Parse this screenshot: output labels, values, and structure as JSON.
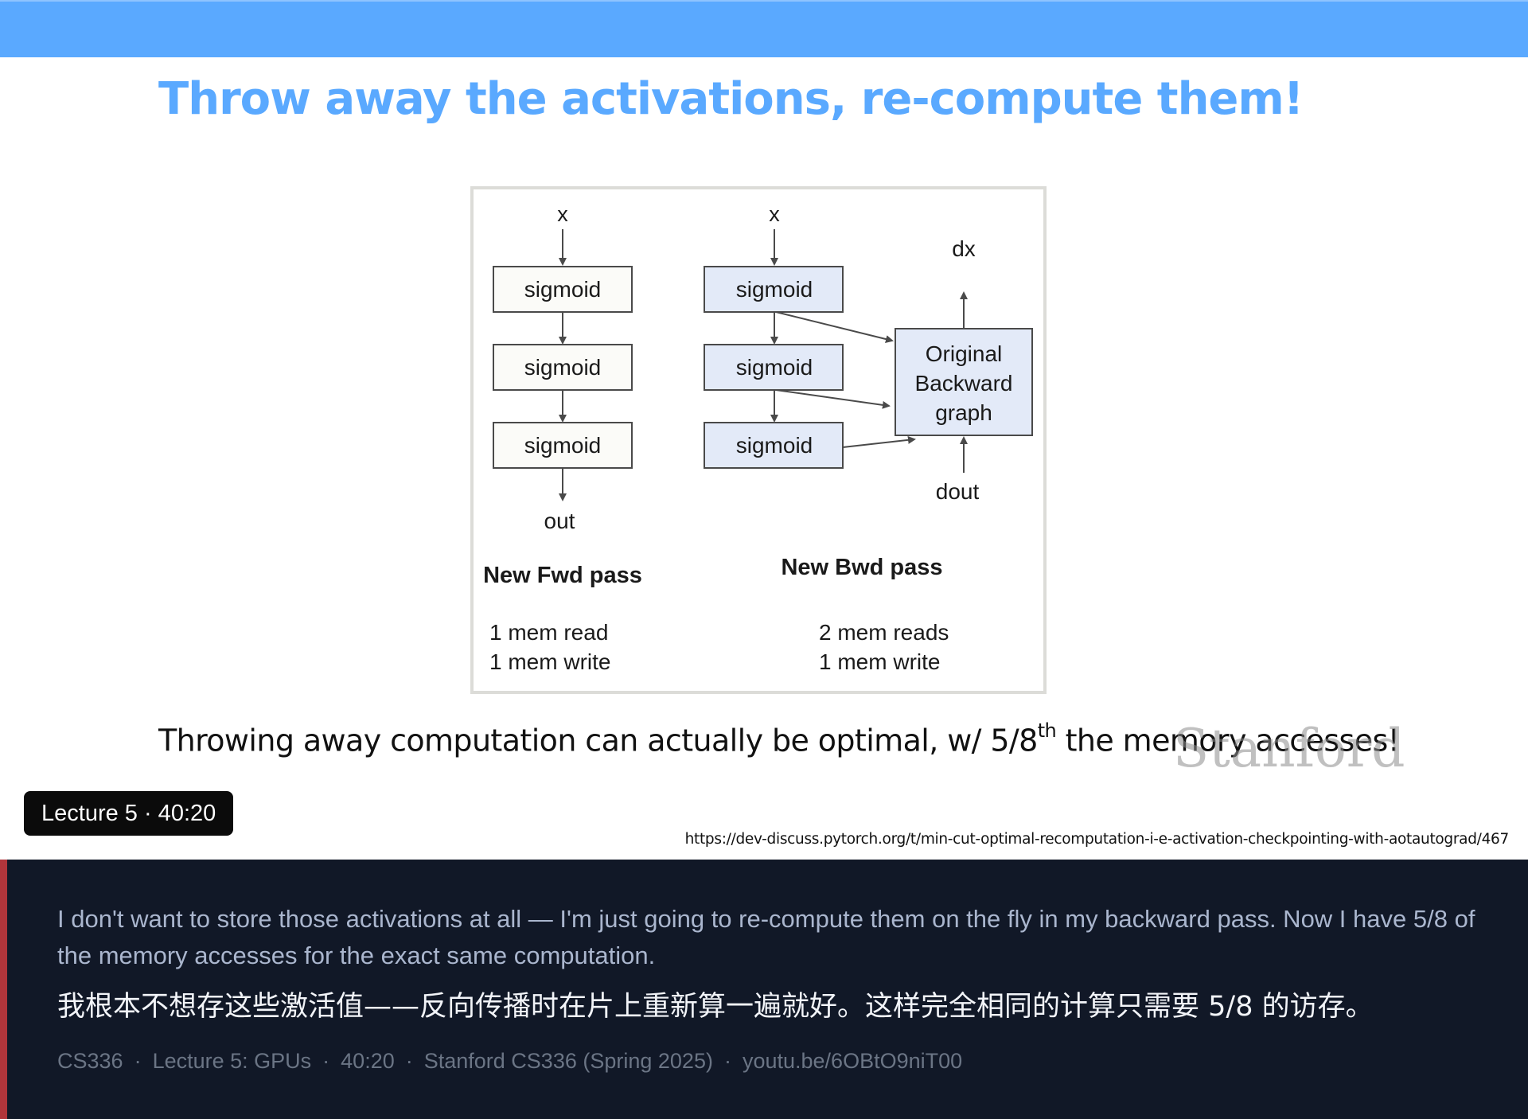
{
  "slide": {
    "title": "Throw away the activations, re-compute them!",
    "caption_main": "Throwing away computation can actually be optimal, w/ 5/8",
    "caption_sup": "th",
    "caption_rest": " the memory accesses!",
    "watermark": "Stanford",
    "source_url": "https://dev-discuss.pytorch.org/t/min-cut-optimal-recomputation-i-e-activation-checkpointing-with-aotautograd/467"
  },
  "diagram": {
    "fwd": {
      "input": "x",
      "nodes": [
        "sigmoid",
        "sigmoid",
        "sigmoid"
      ],
      "output": "out",
      "heading": "New Fwd pass",
      "stats": [
        "1 mem read",
        "1 mem write"
      ]
    },
    "bwd": {
      "input": "x",
      "nodes": [
        "sigmoid",
        "sigmoid",
        "sigmoid"
      ],
      "graph_lines": [
        "Original",
        "Backward",
        "graph"
      ],
      "grad_out": "dx",
      "grad_in": "dout",
      "heading": "New Bwd pass",
      "stats": [
        "2 mem reads",
        "1 mem write"
      ]
    },
    "colors": {
      "plain_box": "#fbfbf8",
      "highlight_box": "#e3eaf8",
      "stroke": "#4a4a4a"
    }
  },
  "video": {
    "badge": "Lecture 5 · 40:20"
  },
  "subtitles": {
    "english": "I don't want to store those activations at all — I'm just going to re-compute them on the fly in my backward pass. Now I have 5/8 of the memory accesses for the exact same computation.",
    "chinese": "我根本不想存这些激活值——反向传播时在片上重新算一遍就好。这样完全相同的计算只需要 5/8 的访存。",
    "meta": [
      "CS336",
      "Lecture 5: GPUs",
      "40:20",
      "Stanford CS336 (Spring 2025)",
      "youtu.be/6OBtO9niT00"
    ]
  },
  "colors": {
    "topbar": "#5aa9ff",
    "panel": "#111827",
    "accent": "#b0353b"
  }
}
